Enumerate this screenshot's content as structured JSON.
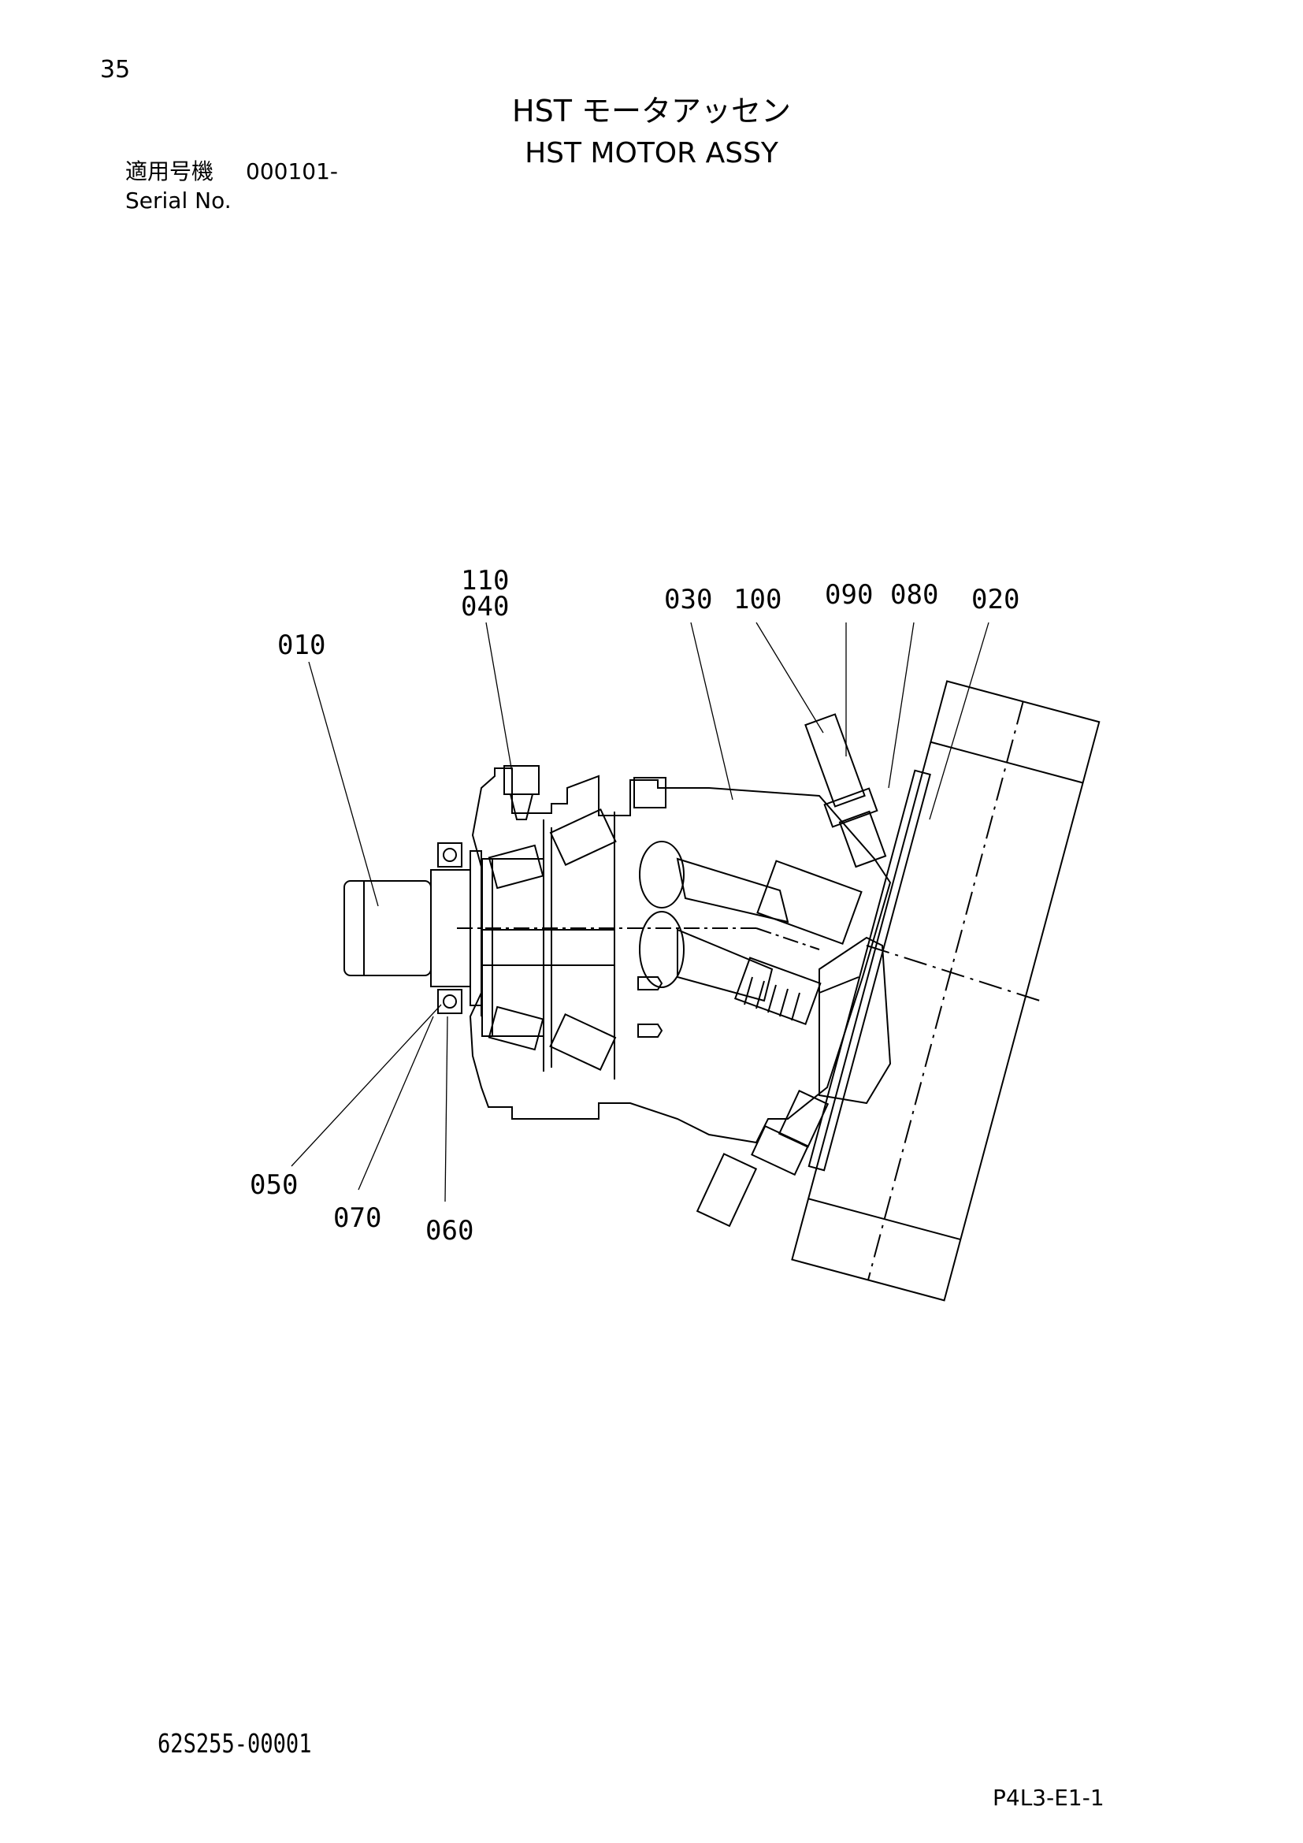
{
  "header": {
    "page_number": "35",
    "title_jp": "HST モータアッセン",
    "title_en": "HST MOTOR ASSY",
    "serial_label_jp": "適用号機",
    "serial_value": "000101-",
    "serial_label_en": "Serial No."
  },
  "diagram": {
    "part_labels": [
      "110",
      "040",
      "010",
      "030",
      "100",
      "090",
      "080",
      "020",
      "050",
      "070",
      "060"
    ]
  },
  "footer": {
    "drawing_code": "62S255-00001",
    "page_ref": "P4L3-E1-1"
  }
}
